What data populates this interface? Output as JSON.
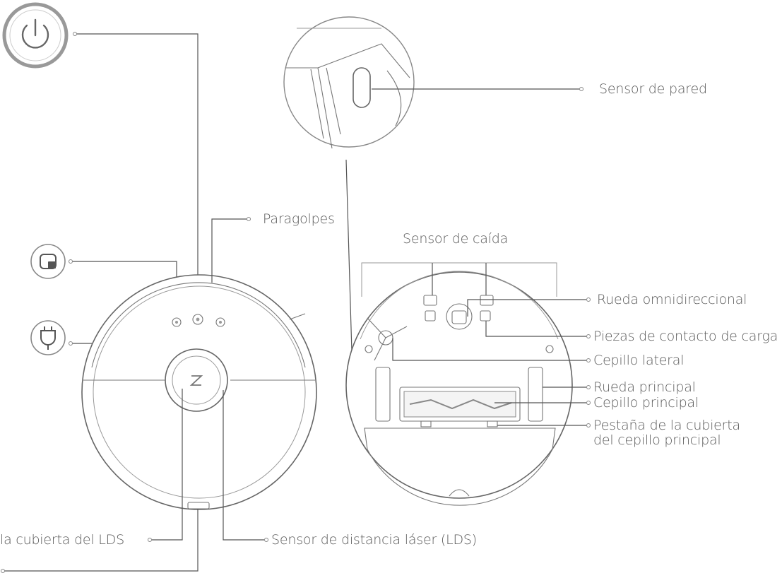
{
  "labels": {
    "wall_sensor": "Sensor de pared",
    "bumper": "Paragolpes",
    "cliff_sensor": "Sensor de caída",
    "omni_wheel": "Rueda omnidireccional",
    "charging_contacts": "Piezas de contacto de carga",
    "side_brush": "Cepillo lateral",
    "main_wheel": "Rueda principal",
    "main_brush": "Cepillo principal",
    "brush_cover_tab_line1": "Pestaña de la cubierta",
    "brush_cover_tab_line2": "del cepillo principal",
    "lds_cover": "la cubierta del LDS",
    "lds": "Sensor de distancia láser (LDS)"
  },
  "icons": {
    "power": "power-icon",
    "spot_clean": "spot-clean-icon",
    "dock": "plug-icon",
    "logo": "z-logo-icon"
  },
  "colors": {
    "line": "#555555",
    "text": "#5a5a5a",
    "outline": "#666666"
  }
}
